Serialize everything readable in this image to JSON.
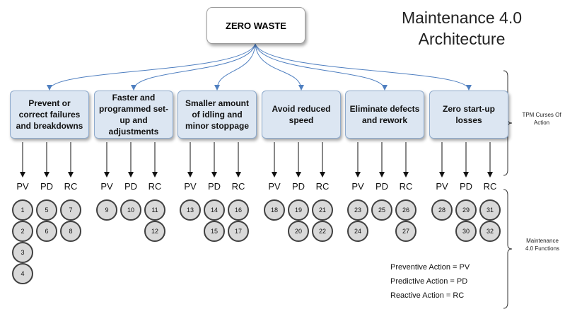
{
  "title": "Maintenance 4.0 Architecture",
  "root": "ZERO WASTE",
  "categories": [
    {
      "label": "Prevent or correct failures and breakdowns",
      "pv": [
        "1",
        "2",
        "3",
        "4"
      ],
      "pd": [
        "5",
        "6"
      ],
      "rc": [
        "7",
        "8"
      ]
    },
    {
      "label": "Faster and programmed set-up and adjustments",
      "pv": [
        "9"
      ],
      "pd": [
        "10"
      ],
      "rc": [
        "11",
        "12"
      ]
    },
    {
      "label": "Smaller amount of idling and minor stoppage",
      "pv": [
        "13"
      ],
      "pd": [
        "14",
        "15"
      ],
      "rc": [
        "16",
        "17"
      ]
    },
    {
      "label": "Avoid reduced speed",
      "pv": [
        "18"
      ],
      "pd": [
        "19",
        "20"
      ],
      "rc": [
        "21",
        "22"
      ]
    },
    {
      "label": "Eliminate defects and rework",
      "pv": [
        "23",
        "24"
      ],
      "pd": [
        "25"
      ],
      "rc": [
        "26",
        "27"
      ]
    },
    {
      "label": "Zero start-up losses",
      "pv": [
        "28"
      ],
      "pd": [
        "29",
        "30"
      ],
      "rc": [
        "31",
        "32"
      ]
    }
  ],
  "column_labels": {
    "pv": "PV",
    "pd": "PD",
    "rc": "RC"
  },
  "side_labels": {
    "tpm": "TPM Curses Of Action",
    "maintenance": "Maintenance 4.0 Functions"
  },
  "legend": [
    "Preventive Action = PV",
    "Predictive Action = PD",
    "Reactive Action = RC"
  ],
  "colors": {
    "box_fill": "#dce6f2",
    "box_border": "#8eaacc",
    "arrow": "#4f7fc0",
    "circle_fill": "#d9d9d9",
    "circle_border": "#404040"
  }
}
